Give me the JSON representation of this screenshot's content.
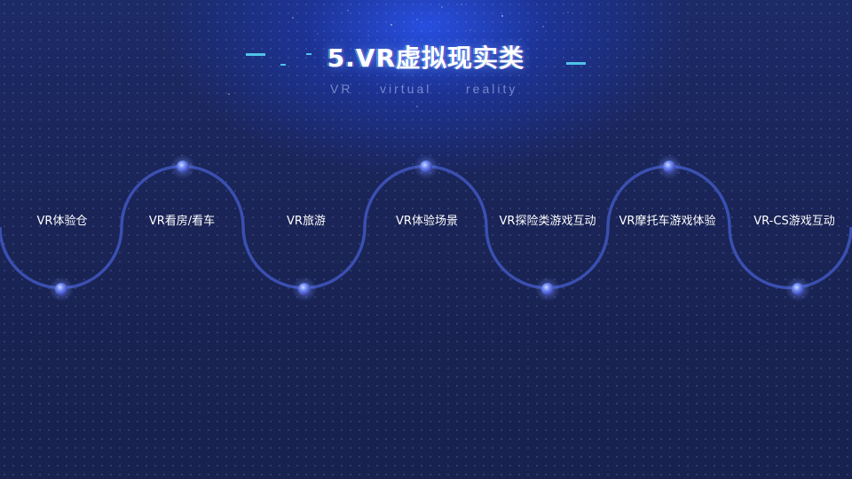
{
  "slide": {
    "title": "5.VR虚拟现实类",
    "subtitle_words": [
      "VR",
      "virtual",
      "reality"
    ]
  },
  "items": [
    {
      "label": "VR体验仓"
    },
    {
      "label": "VR看房/看车"
    },
    {
      "label": "VR旅游"
    },
    {
      "label": "VR体验场景"
    },
    {
      "label": "VR探险类游戏互动"
    },
    {
      "label": "VR摩托车游戏体验"
    },
    {
      "label": "VR-CS游戏互动"
    }
  ],
  "colors": {
    "background": "#1a2456",
    "glow": "#2850e6",
    "wave_line": "#3a4fb0",
    "accent_dash": "#4fc3e8",
    "node": "#5a7cf0"
  }
}
